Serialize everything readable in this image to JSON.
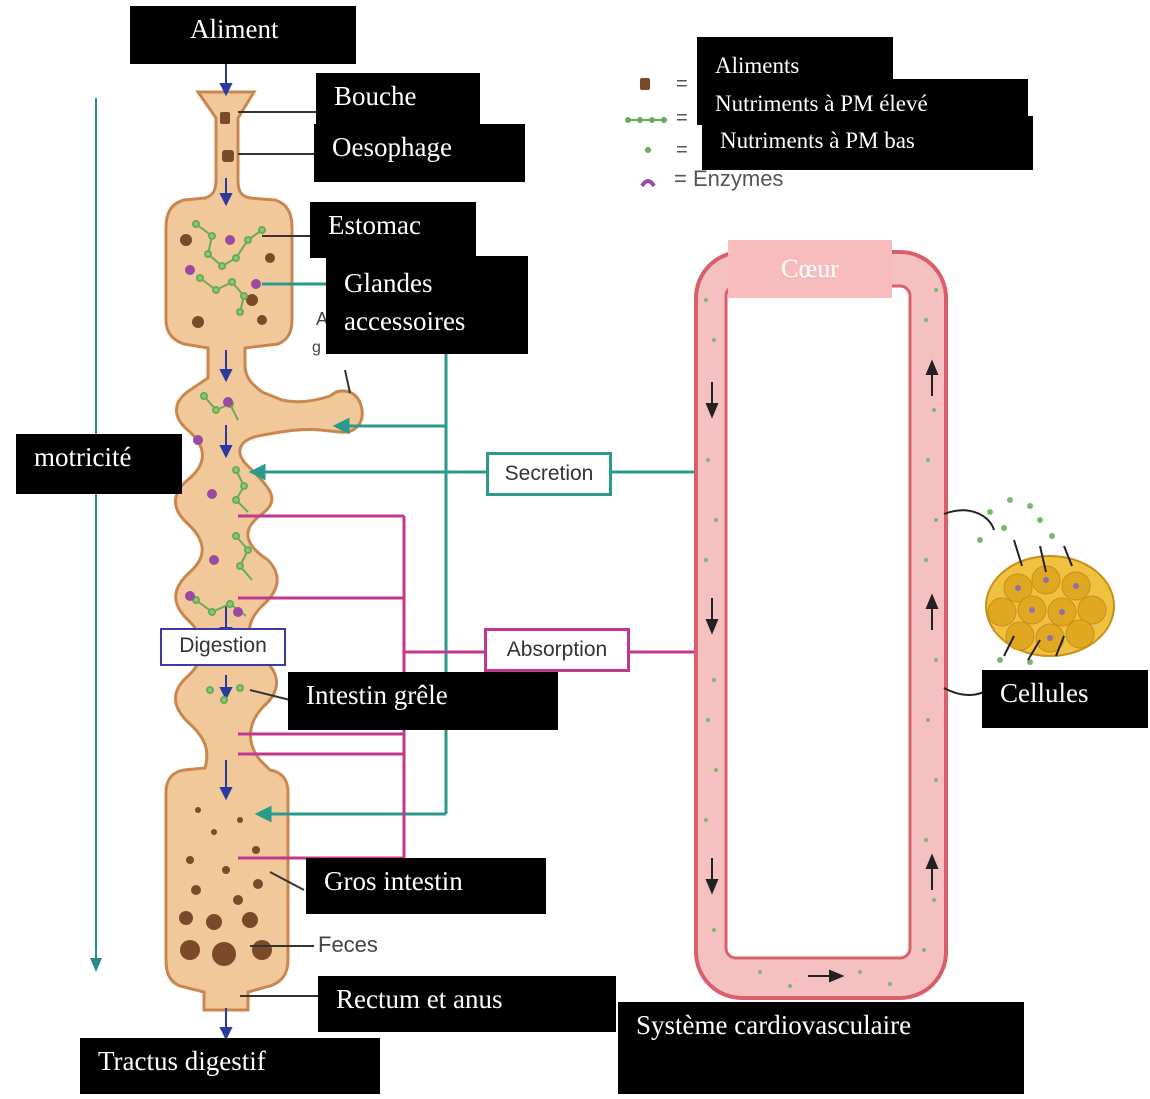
{
  "labels": {
    "aliment": "Aliment",
    "bouche": "Bouche",
    "oesophage": "Oesophage",
    "estomac": "Estomac",
    "glandes": "Glandes",
    "accessoires": "accessoires",
    "motricite": "motricité",
    "intestin_grele": "Intestin grêle",
    "gros_intestin": "Gros intestin",
    "rectum_anus": "Rectum et anus",
    "tractus_digestif": "Tractus digestif",
    "coeur": "Cœur",
    "cellules": "Cellules",
    "systeme_cardio": "Système cardiovasculaire",
    "secretion": "Secretion",
    "absorption": "Absorption",
    "digestion": "Digestion",
    "feces": "Feces"
  },
  "legend": {
    "aliments": "Aliments",
    "nutriments_pm_eleve": "Nutriments à PM élevé",
    "nutriments_pm_bas": "Nutriments à PM bas",
    "enzymes": "= Enzymes"
  },
  "colors": {
    "gut_fill": "#f0c89a",
    "gut_stroke": "#c8874e",
    "vessel_fill": "#f5c0c0",
    "vessel_stroke": "#d9606a",
    "secretion_line": "#2a9a8a",
    "absorption_line": "#c2388e",
    "nutrient_green": "#6aaa5a",
    "food_brown": "#7a4a2a",
    "enzyme_purple": "#9a4aa0",
    "cells_yellow": "#f0c040",
    "coeur_box": "#f7bcbc"
  }
}
